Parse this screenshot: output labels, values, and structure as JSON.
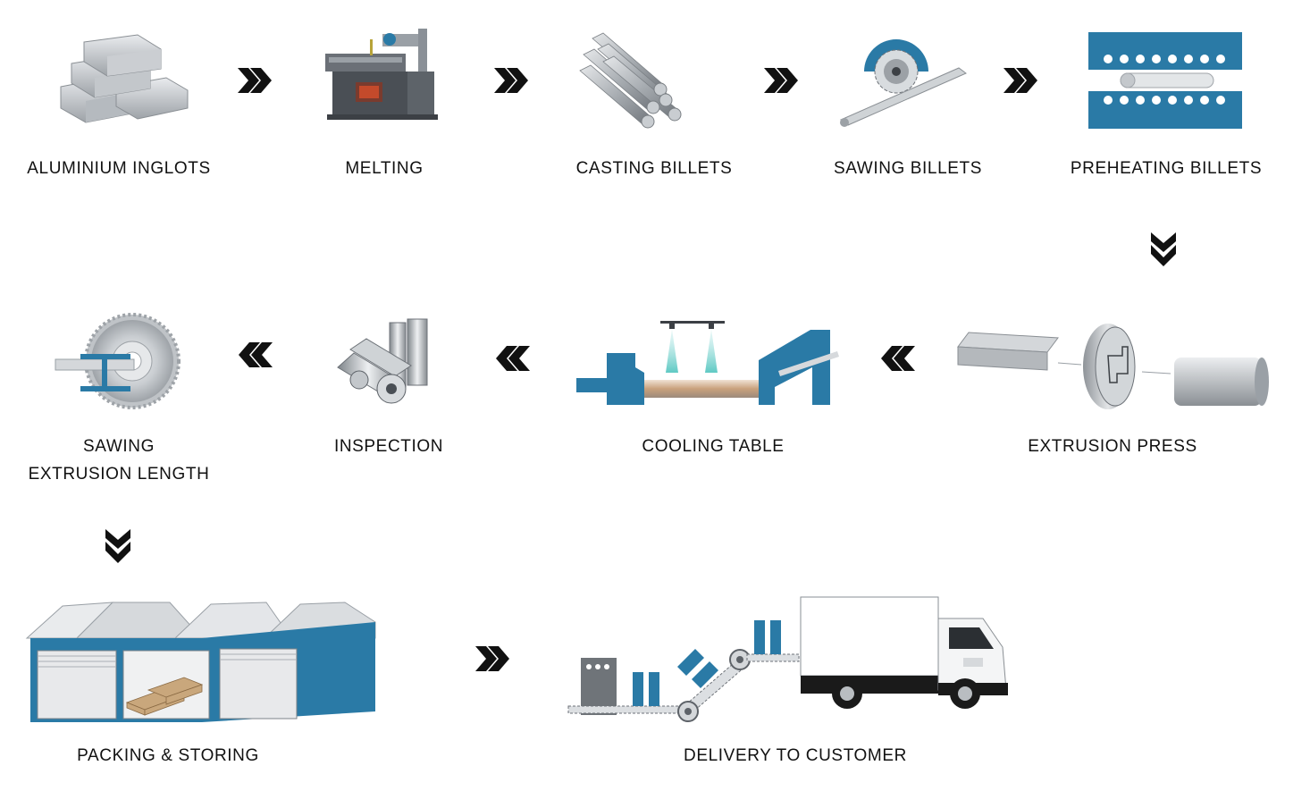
{
  "accent_color": "#2a7aa6",
  "arrow_color": "#111111",
  "steps": [
    {
      "label": "ALUMINIUM INGLOTS",
      "icon": "ingot-stack-icon"
    },
    {
      "label": "MELTING",
      "icon": "furnace-icon"
    },
    {
      "label": "CASTING BILLETS",
      "icon": "billet-bundle-icon"
    },
    {
      "label": "SAWING BILLETS",
      "icon": "circular-saw-icon"
    },
    {
      "label": "PREHEATING BILLETS",
      "icon": "preheating-oven-icon"
    },
    {
      "label": "EXTRUSION PRESS",
      "icon": "extrusion-die-icon"
    },
    {
      "label": "COOLING TABLE",
      "icon": "cooling-table-icon"
    },
    {
      "label": "INSPECTION",
      "icon": "profile-sections-icon"
    },
    {
      "label_line1": "SAWING",
      "label_line2": "EXTRUSION LENGTH",
      "icon": "saw-blade-icon"
    },
    {
      "label": "PACKING & STORING",
      "icon": "warehouse-icon"
    },
    {
      "label": "DELIVERY TO CUSTOMER",
      "icon": "truck-conveyor-icon"
    }
  ],
  "arrows": [
    "right",
    "right",
    "right",
    "right",
    "down",
    "left",
    "left",
    "left",
    "down",
    "right"
  ]
}
